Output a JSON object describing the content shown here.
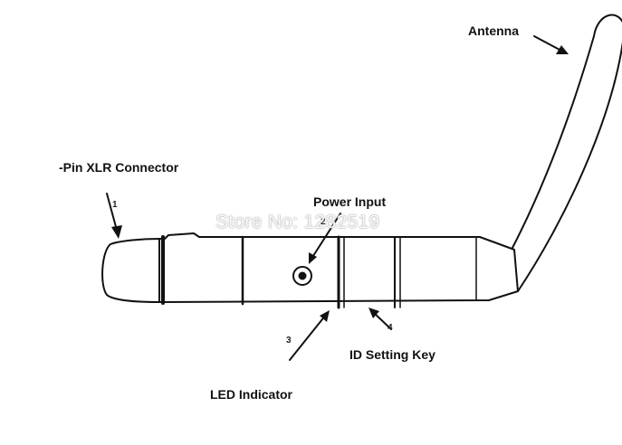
{
  "labels": {
    "antenna": "Antenna",
    "xlr_connector": "-Pin XLR Connector",
    "power_input": "Power Input",
    "led_indicator": "LED Indicator",
    "id_setting_key": "ID Setting Key"
  },
  "callout_numbers": {
    "n1": "1",
    "n2": "2",
    "n3": "3",
    "n4": "4"
  },
  "watermark": "Store No: 1282519",
  "colors": {
    "stroke": "#111111",
    "background": "#ffffff"
  }
}
